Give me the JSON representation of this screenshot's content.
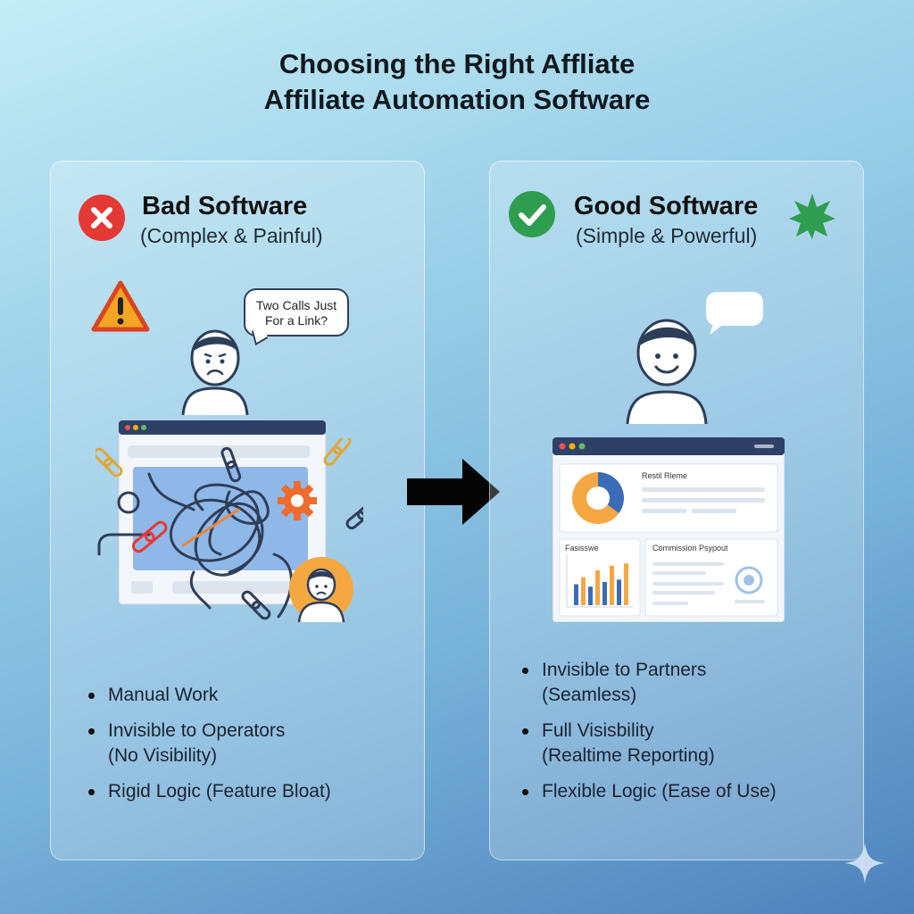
{
  "title": {
    "line1": "Choosing the Right Affliate",
    "line2": "Affiliate Automation Software"
  },
  "bad": {
    "heading": "Bad Software",
    "subheading": "(Complex & Painful)",
    "speech": {
      "line1": "Two Calls Just",
      "line2": "For a Link?"
    },
    "bullets": [
      {
        "text": "Manual Work",
        "note": ""
      },
      {
        "text": "Invisible to Operators",
        "note": "(No Visibility)"
      },
      {
        "text": "Rigid Logic (Feature Bloat)",
        "note": ""
      }
    ],
    "icons": [
      "x-circle-icon",
      "warning-icon",
      "sad-person-icon",
      "tangled-chains-icon",
      "gear-icon",
      "link-icon"
    ],
    "accent": "#e53935"
  },
  "good": {
    "heading": "Good Software",
    "subheading": "(Simple & Powerful)",
    "bullets": [
      {
        "text": "Invisible to Partners",
        "note": "(Seamless)"
      },
      {
        "text": "Full Visisbility",
        "note": "(Realtime Reporting)"
      },
      {
        "text": "Flexible Logic (Ease of Use)",
        "note": ""
      }
    ],
    "dashboard": {
      "card1_title": "Restil Rieme",
      "card2_title": "Fasisswe",
      "card3_title": "Commission Psypout",
      "bars": [
        0.45,
        0.6,
        0.4,
        0.75,
        0.5,
        0.85,
        0.55,
        0.9
      ],
      "pie": [
        0.35,
        0.65
      ]
    },
    "icons": [
      "check-circle-icon",
      "star-burst-icon",
      "happy-person-icon",
      "speech-bubble-icon",
      "dashboard-icon"
    ],
    "accent": "#2e9d50"
  },
  "arrow_icon": "arrow-right-icon",
  "sparkle_icon": "sparkle-icon"
}
